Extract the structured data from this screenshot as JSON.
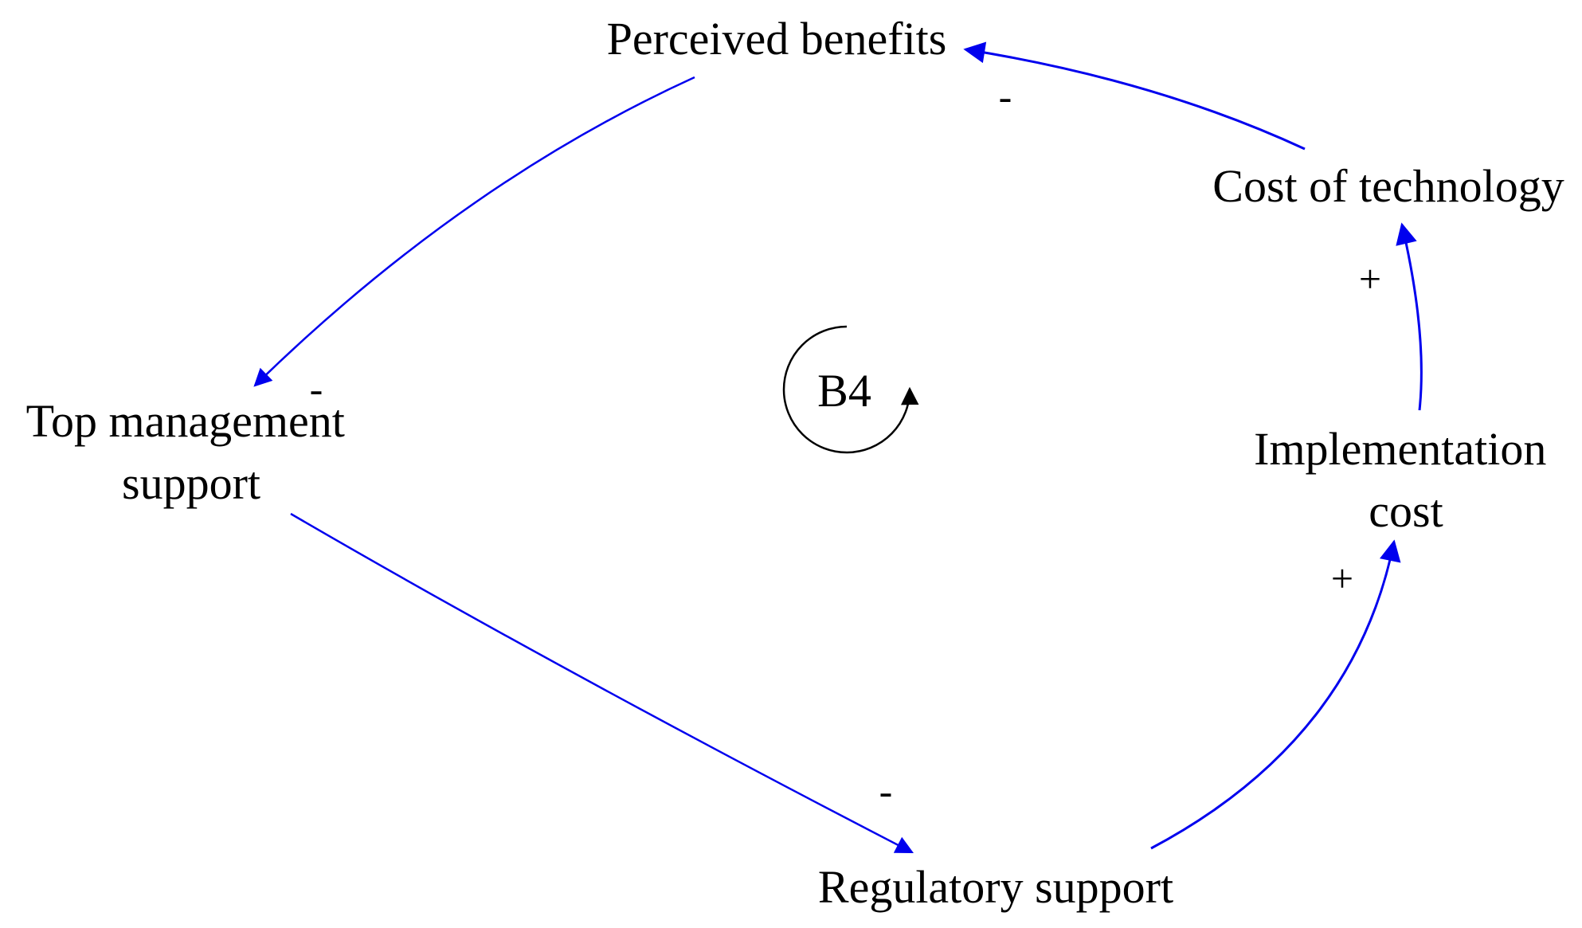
{
  "nodes": {
    "perceived_benefits": "Perceived benefits",
    "cost_of_technology": "Cost of technology",
    "top_management_support": [
      "Top management",
      "support"
    ],
    "implementation_cost": [
      "Implementation",
      "cost"
    ],
    "regulatory_support": "Regulatory support"
  },
  "links": {
    "cost_to_benefits": "-",
    "benefits_to_top_management": "-",
    "top_management_to_regulatory": "-",
    "regulatory_to_implementation": "+",
    "implementation_to_cost": "+"
  },
  "loop": {
    "label": "B4"
  },
  "colors": {
    "link": "#0000ee",
    "text": "#000000",
    "loop": "#000000"
  }
}
